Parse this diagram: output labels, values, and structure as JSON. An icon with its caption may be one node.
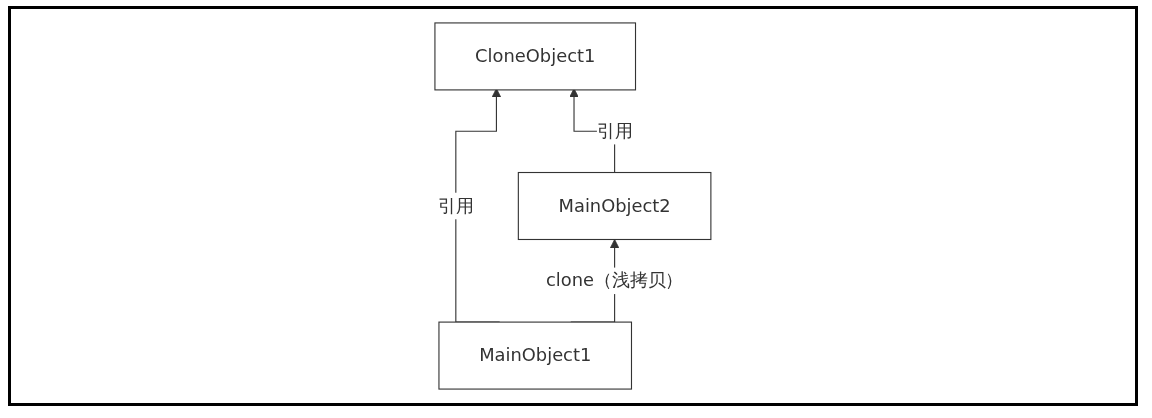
{
  "diagram": {
    "nodes": [
      {
        "text": [
          "CloneObject1"
        ]
      },
      {
        "text": [
          "MainObject1"
        ]
      },
      {
        "text": [
          "MainObject2"
        ]
      }
    ],
    "edges": [
      {
        "from": 1,
        "to": 0,
        "arrow": "to",
        "label": "引用"
      },
      {
        "from": 2,
        "to": 0,
        "arrow": "to",
        "label": "引用"
      },
      {
        "from": 1,
        "to": 2,
        "arrow": "to",
        "label": "clone（浅拷贝）"
      }
    ]
  }
}
